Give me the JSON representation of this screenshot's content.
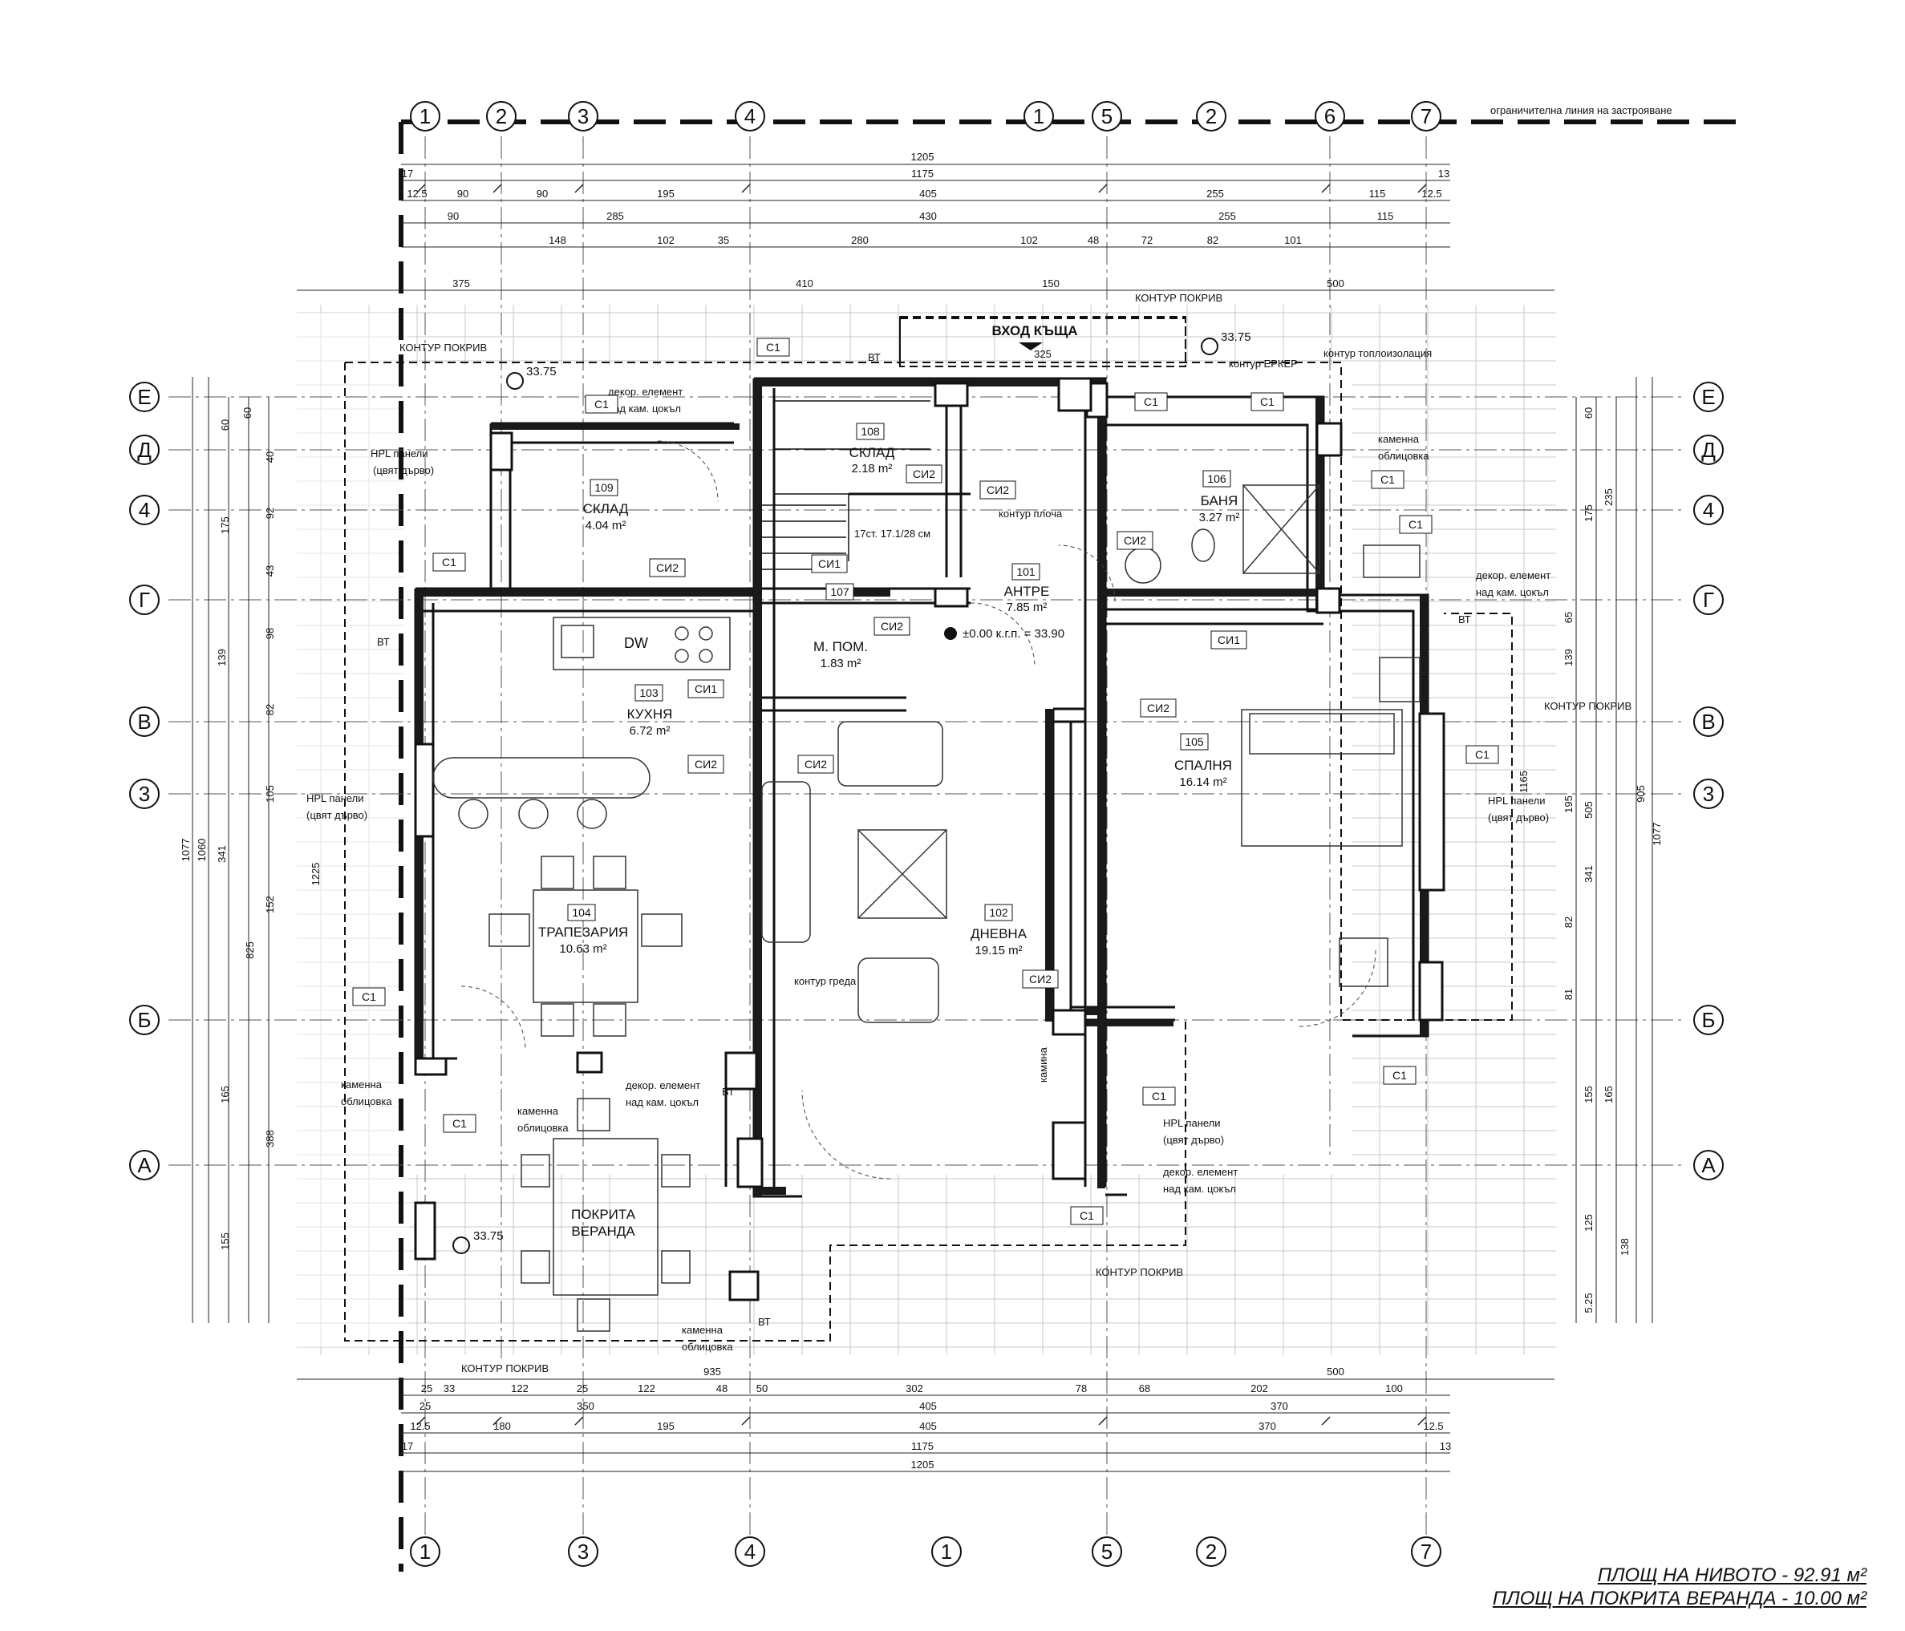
{
  "boundary_label": "ограничителна линия на застрояване",
  "axes": {
    "top": [
      "1",
      "2",
      "3",
      "4",
      "1",
      "5",
      "2",
      "6",
      "7"
    ],
    "bottom": [
      "1",
      "3",
      "4",
      "1",
      "5",
      "2",
      "7"
    ],
    "left": [
      "Е",
      "Д",
      "4",
      "Г",
      "В",
      "3",
      "Б",
      "А"
    ],
    "right": [
      "Е",
      "Д",
      "4",
      "Г",
      "В",
      "3",
      "Б",
      "А"
    ]
  },
  "dims_top": {
    "row1": [
      "1205"
    ],
    "row2": [
      "17",
      "1175",
      "13"
    ],
    "row3": [
      "12.5",
      "90",
      "90",
      "195",
      "405",
      "255",
      "115",
      "12.5"
    ],
    "row4": [
      "90",
      "285",
      "430",
      "255",
      "115"
    ],
    "row5": [
      "148",
      "102",
      "35",
      "280",
      "102",
      "48",
      "72",
      "82",
      "101"
    ],
    "row6": [
      "375",
      "410",
      "150",
      "500"
    ]
  },
  "dims_bottom": {
    "row0": [
      "935",
      "500"
    ],
    "row1": [
      "25",
      "33",
      "122",
      "25",
      "122",
      "48",
      "50",
      "302",
      "78",
      "68",
      "202",
      "100"
    ],
    "row2": [
      "25",
      "350",
      "405",
      "370"
    ],
    "row3": [
      "12.5",
      "180",
      "195",
      "405",
      "370",
      "12.5"
    ],
    "row4": [
      "17",
      "1175",
      "13"
    ],
    "row5": [
      "1205"
    ]
  },
  "dims_left": [
    "1077",
    "1060",
    "1225",
    "825",
    "341",
    "139",
    "175",
    "98",
    "82",
    "105",
    "152",
    "165",
    "155",
    "60",
    "60",
    "40",
    "92",
    "43",
    "388"
  ],
  "dims_right": [
    "1077",
    "905",
    "1165",
    "505",
    "341",
    "235",
    "175",
    "195",
    "139",
    "82",
    "165",
    "155",
    "125",
    "138",
    "60",
    "65",
    "81",
    "5.25"
  ],
  "rooms": [
    {
      "num": "101",
      "name": "АНТРЕ",
      "area": "7.85 m²"
    },
    {
      "num": "102",
      "name": "ДНЕВНА",
      "area": "19.15 m²"
    },
    {
      "num": "103",
      "name": "КУХНЯ",
      "area": "6.72 m²"
    },
    {
      "num": "104",
      "name": "ТРАПЕЗАРИЯ",
      "area": "10.63 m²"
    },
    {
      "num": "105",
      "name": "СПАЛНЯ",
      "area": "16.14 m²"
    },
    {
      "num": "106",
      "name": "БАНЯ",
      "area": "3.27 m²"
    },
    {
      "num": "107",
      "name": "М. ПОМ.",
      "area": "1.83 m²"
    },
    {
      "num": "108",
      "name": "СКЛАД",
      "area": "2.18 m²"
    },
    {
      "num": "109",
      "name": "СКЛАД",
      "area": "4.04 m²"
    }
  ],
  "veranda": {
    "line1": "ПОКРИТА",
    "line2": "ВЕРАНДА"
  },
  "entrance": "ВХОД КЪЩА",
  "level_mark": "±0.00 к.г.п. = 33.90",
  "stairs_note": "17ст. 17.1/28 см",
  "elev_marks": [
    "33.75",
    "33.75",
    "33.75"
  ],
  "notes": {
    "roof_outline": "КОНТУР ПОКРИВ",
    "bay_outline": "контур ЕРКЕР",
    "insulation_outline": "контур топлоизолация",
    "slab_outline": "контур плоча",
    "beam_outline": "контур греда",
    "hpl_1": "HPL панели",
    "hpl_2": "(цвят дърво)",
    "stone_1": "каменна",
    "stone_2": "облицовка",
    "decor_1": "декор. елемент",
    "decor_2": "над кам. цокъл",
    "fireplace": "камина",
    "vt": "ВТ",
    "dw": "DW",
    "pos_325": "325"
  },
  "tags": {
    "c1": "С1",
    "si1": "СИ1",
    "si2": "СИ2"
  },
  "totals": {
    "level": "ПЛОЩ НА НИВОТО - 92.91 м²",
    "veranda": "ПЛОЩ НА ПОКРИТА ВЕРАНДА - 10.00 м²"
  }
}
